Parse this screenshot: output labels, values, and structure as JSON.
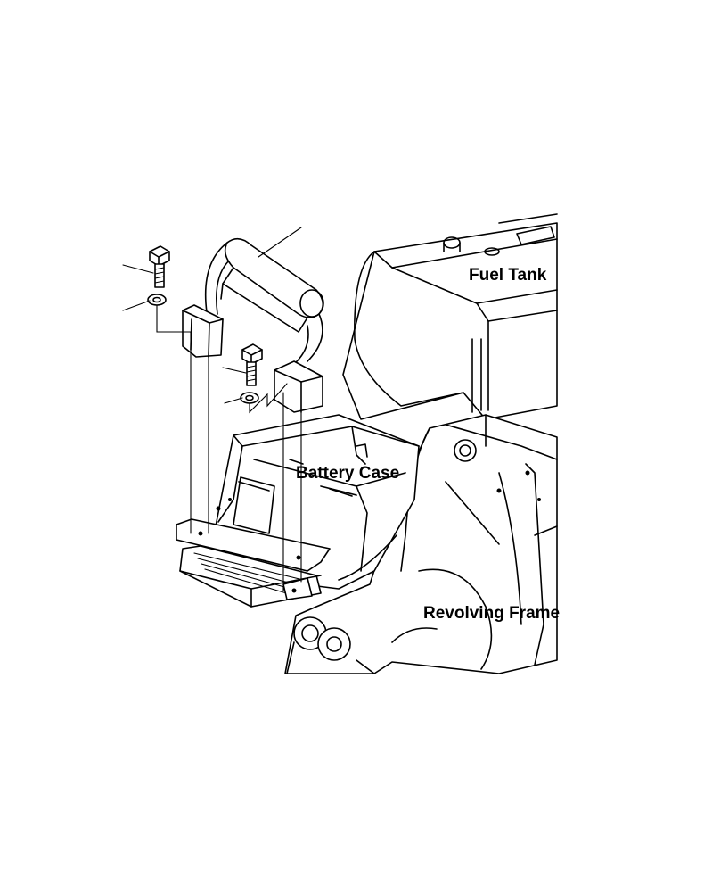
{
  "labels": {
    "fuel_tank": "Fuel Tank",
    "battery_case": "Battery Case",
    "revolving_frame": "Revolving Frame"
  },
  "colors": {
    "line": "#000000",
    "background": "#ffffff"
  }
}
